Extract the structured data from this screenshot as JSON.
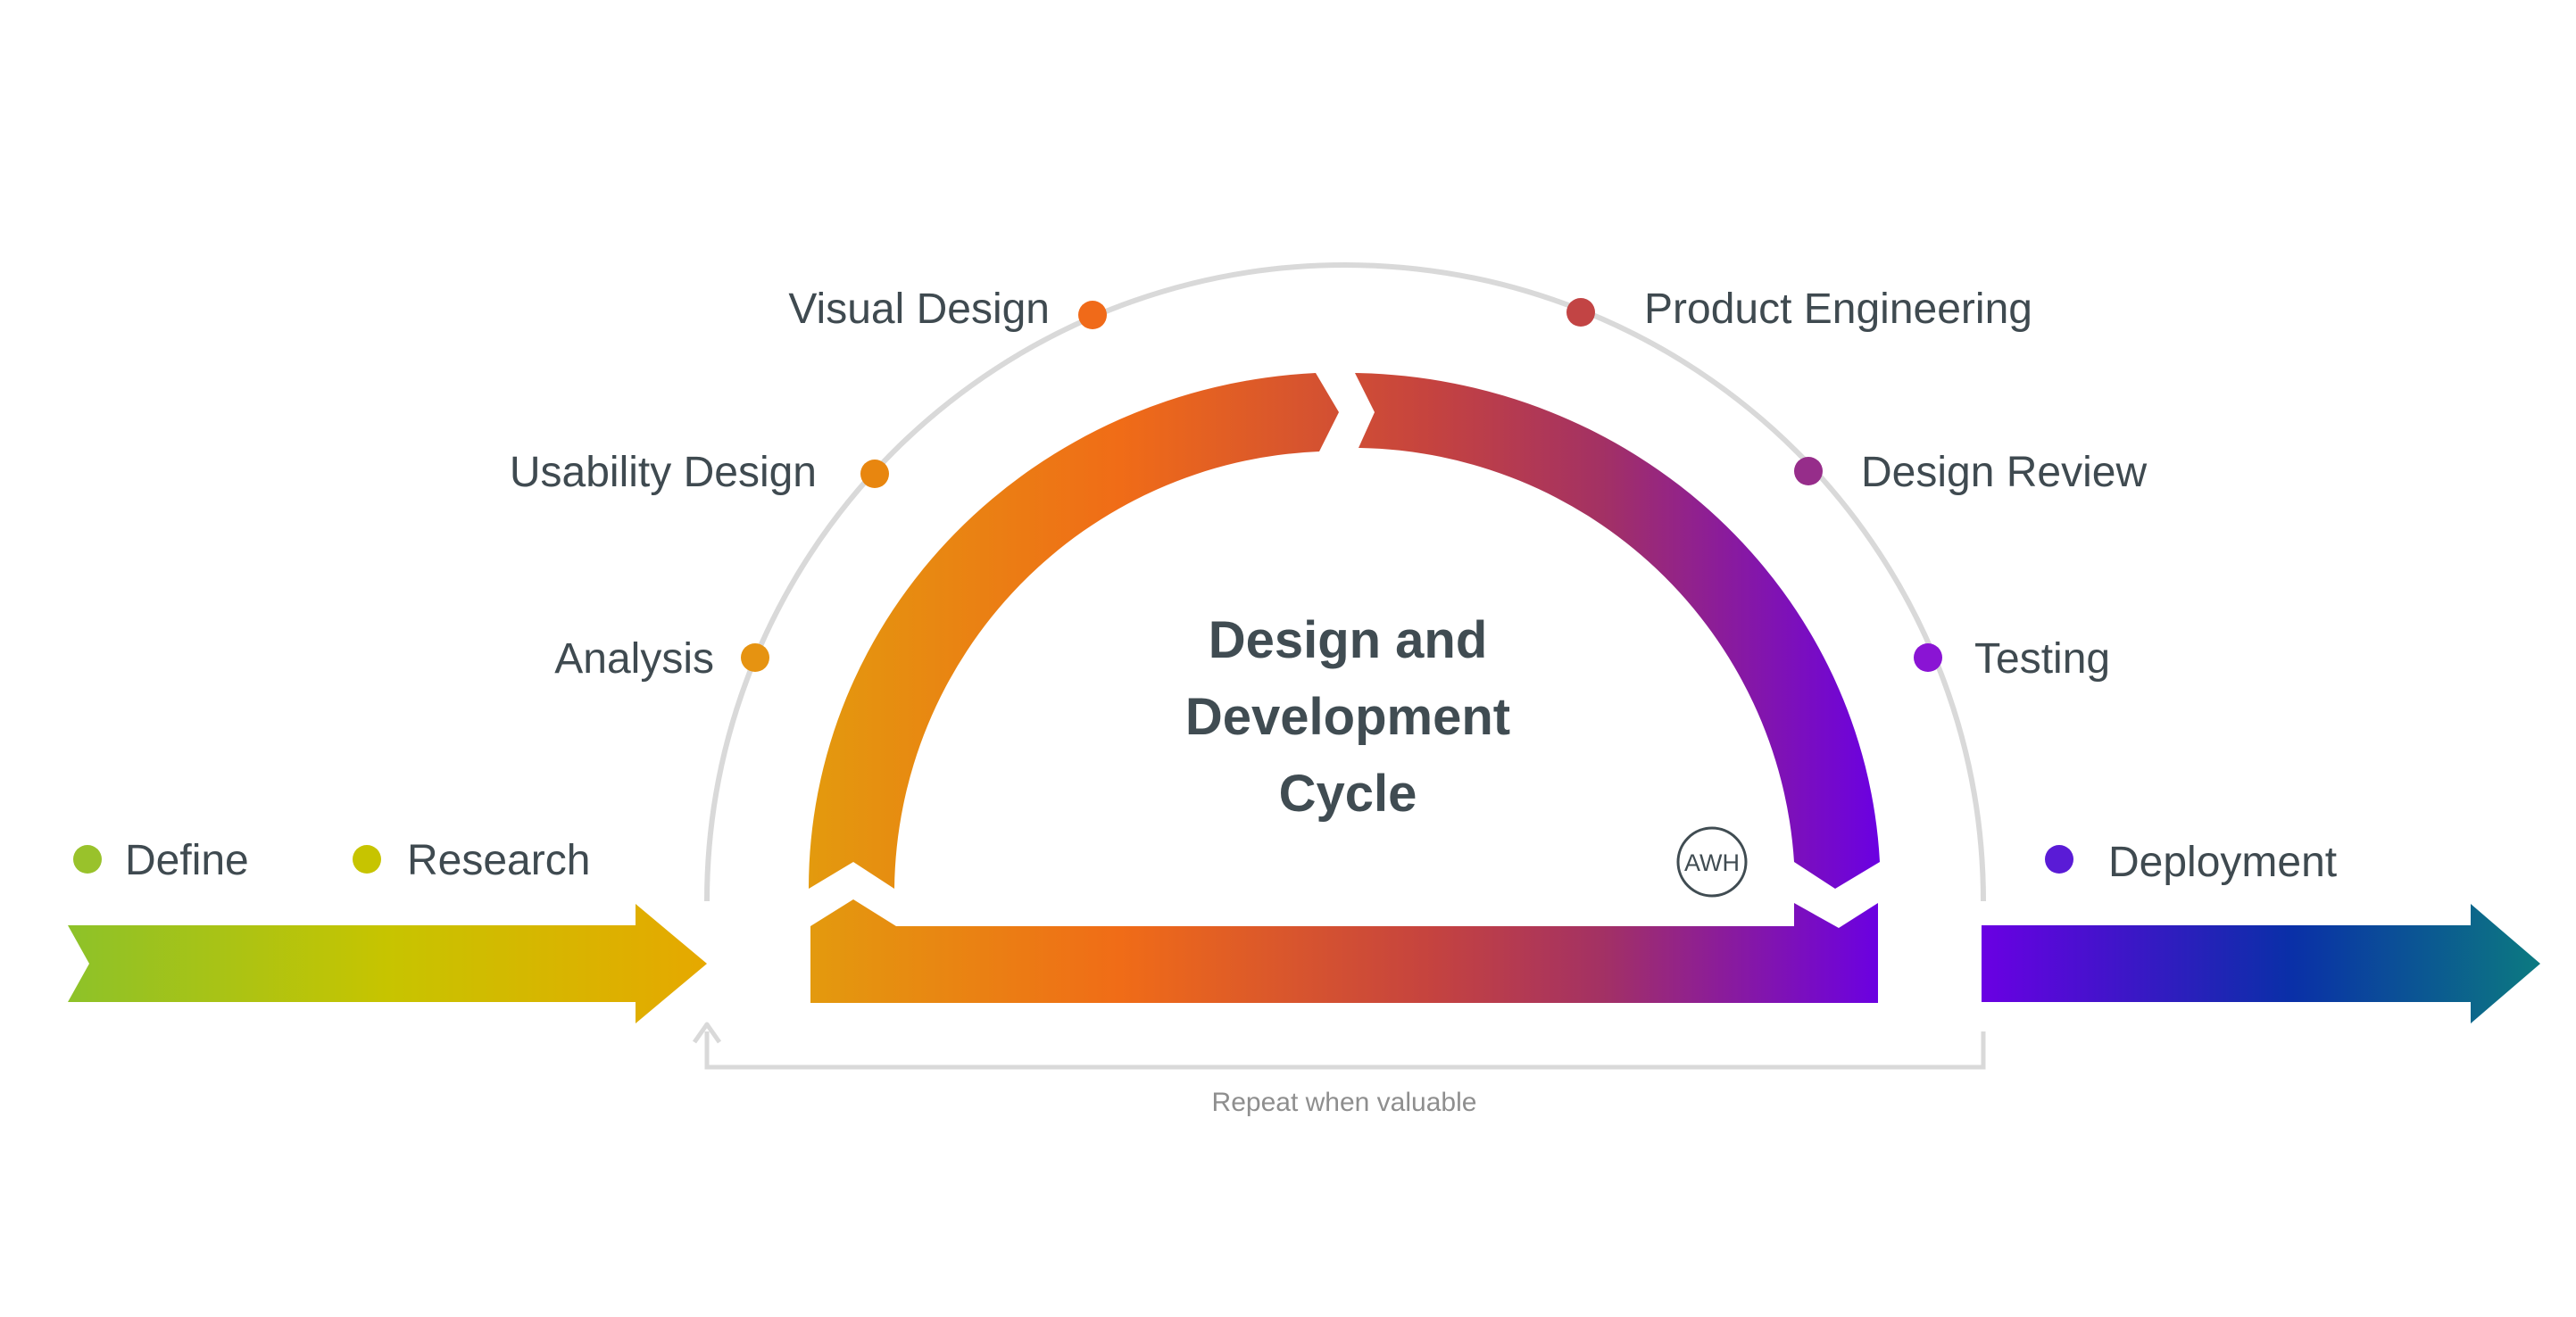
{
  "center_title": {
    "line1": "Design and",
    "line2": "Development",
    "line3": "Cycle"
  },
  "logo": {
    "text": "AWH"
  },
  "pre_steps": [
    {
      "label": "Define",
      "color": "#99C22B"
    },
    {
      "label": "Research",
      "color": "#C7C400"
    }
  ],
  "cycle_steps": [
    {
      "label": "Analysis",
      "color": "#E69311"
    },
    {
      "label": "Usability Design",
      "color": "#E8860F"
    },
    {
      "label": "Visual Design",
      "color": "#F06A19"
    },
    {
      "label": "Product Engineering",
      "color": "#C24444"
    },
    {
      "label": "Design Review",
      "color": "#962D8A"
    },
    {
      "label": "Testing",
      "color": "#8A14D4"
    }
  ],
  "post_steps": [
    {
      "label": "Deployment",
      "color": "#5A1BD6"
    }
  ],
  "loop_label": "Repeat when valuable",
  "colors": {
    "text": "#3F4A50",
    "title": "#404C52",
    "guide": "#D9D9D9",
    "loop_label": "#8E8E8E",
    "in_arrow": [
      "#8DC229",
      "#C7C400",
      "#E6A800"
    ],
    "cycle": [
      "#E39A0E",
      "#F06C17",
      "#C5433F",
      "#A33164",
      "#6A00E3"
    ],
    "out_arrow": [
      "#6A00E3",
      "#0A2FA8",
      "#0C7A80"
    ]
  }
}
